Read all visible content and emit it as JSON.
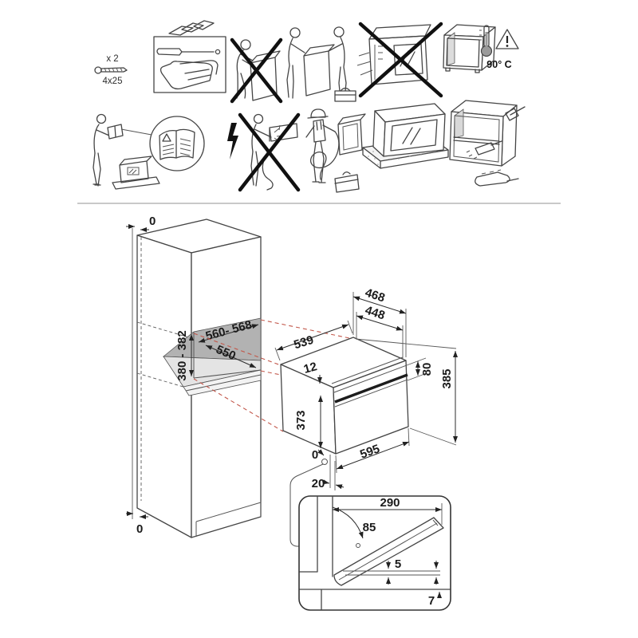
{
  "pictograms": {
    "screws": {
      "count_label": "x 2",
      "size_label": "4x25"
    },
    "max_temp_label": "90° C",
    "items": [
      {
        "name": "screws-icon"
      },
      {
        "name": "tools-gloves-icon"
      },
      {
        "name": "no-single-person-carry-icon"
      },
      {
        "name": "two-person-carry-icon"
      },
      {
        "name": "no-unenclosed-installation-icon"
      },
      {
        "name": "cabinet-icon"
      },
      {
        "name": "thermometer-icon"
      },
      {
        "name": "warning-triangle-icon"
      },
      {
        "name": "read-manual-icon"
      },
      {
        "name": "no-live-electrical-work-icon"
      },
      {
        "name": "installer-connection-icon"
      },
      {
        "name": "oven-on-packaging-icon"
      },
      {
        "name": "cabinet-preparation-icon"
      }
    ]
  },
  "drawing": {
    "cabinet": {
      "top_clearance": "0",
      "bottom_clearance": "0"
    },
    "niche": {
      "width": "560- 568",
      "depth": "550",
      "height": "380 - 382"
    },
    "oven": {
      "depth": "539",
      "rear_width": "468",
      "front_width": "448",
      "top_inset": "12",
      "door_height": "373",
      "control_height": "80",
      "total_height": "385",
      "width": "595",
      "flush": "0",
      "overhang": "20"
    },
    "detail": {
      "door_depth": "290",
      "opening_angle": "85",
      "door_gap": "5",
      "bottom_clearance": "7"
    }
  }
}
